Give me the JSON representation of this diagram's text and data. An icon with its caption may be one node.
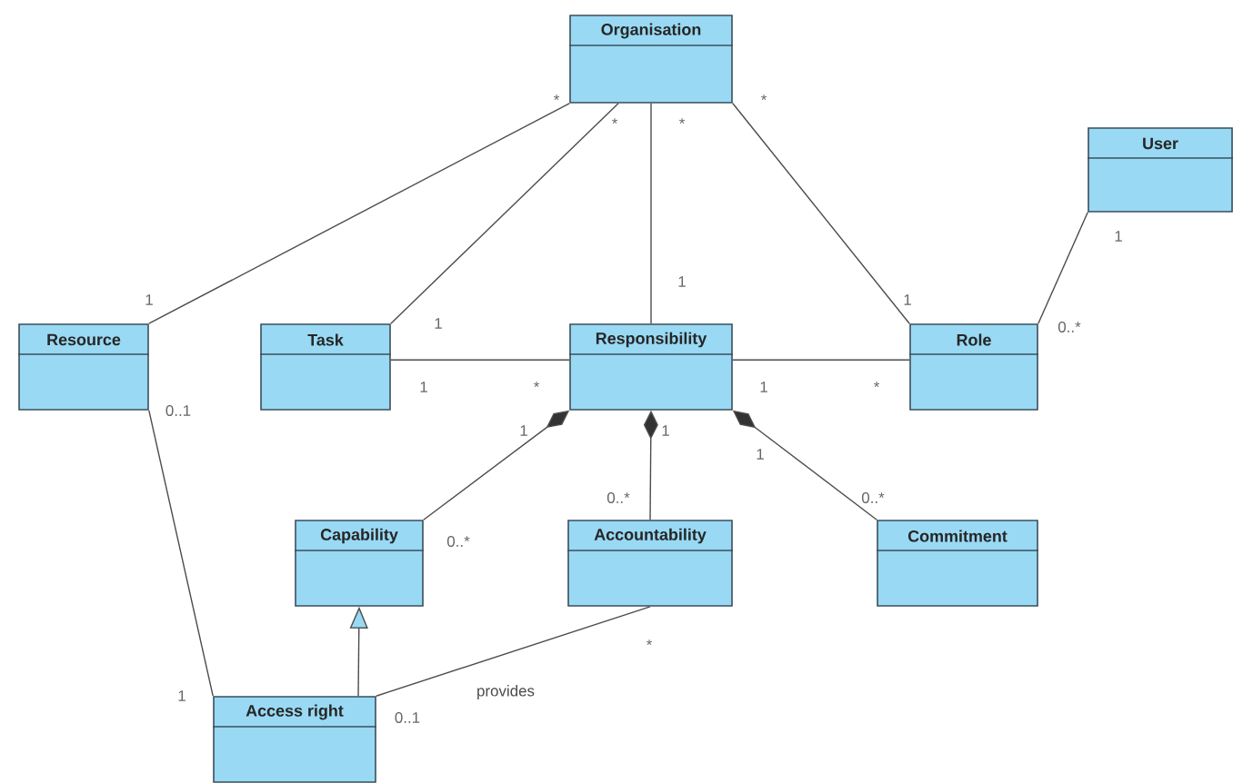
{
  "diagram": {
    "nodes": [
      {
        "text": [
          "Organisation"
        ]
      },
      {
        "text": [
          "User"
        ]
      },
      {
        "text": [
          "Resource"
        ]
      },
      {
        "text": [
          "Task"
        ]
      },
      {
        "text": [
          "Responsibility"
        ]
      },
      {
        "text": [
          "Role"
        ]
      },
      {
        "text": [
          "Capability"
        ]
      },
      {
        "text": [
          "Accountability"
        ]
      },
      {
        "text": [
          "Commitment"
        ]
      },
      {
        "text": [
          "Access right"
        ]
      }
    ],
    "edges": [
      {
        "from": 0,
        "to": 2,
        "arrow": "none"
      },
      {
        "from": 0,
        "to": 3,
        "arrow": "none"
      },
      {
        "from": 0,
        "to": 4,
        "arrow": "none"
      },
      {
        "from": 0,
        "to": 5,
        "arrow": "none"
      },
      {
        "from": 1,
        "to": 5,
        "arrow": "none"
      },
      {
        "from": 3,
        "to": 4,
        "arrow": "none"
      },
      {
        "from": 4,
        "to": 5,
        "arrow": "none"
      },
      {
        "from": 4,
        "to": 6,
        "arrow": "other"
      },
      {
        "from": 4,
        "to": 7,
        "arrow": "other"
      },
      {
        "from": 4,
        "to": 8,
        "arrow": "other"
      },
      {
        "from": 9,
        "to": 6,
        "arrow": "to"
      },
      {
        "from": 2,
        "to": 9,
        "arrow": "none"
      },
      {
        "from": 9,
        "to": 7,
        "arrow": "none",
        "label": "provides"
      }
    ],
    "labels": [
      "*",
      "*",
      "*",
      "*",
      "1",
      "1",
      "1",
      "1",
      "1",
      "0..*",
      "1",
      "*",
      "1",
      "*",
      "0..1",
      "1",
      "1",
      "1",
      "0..*",
      "0..*",
      "0..*",
      "*",
      "1",
      "0..1"
    ]
  }
}
